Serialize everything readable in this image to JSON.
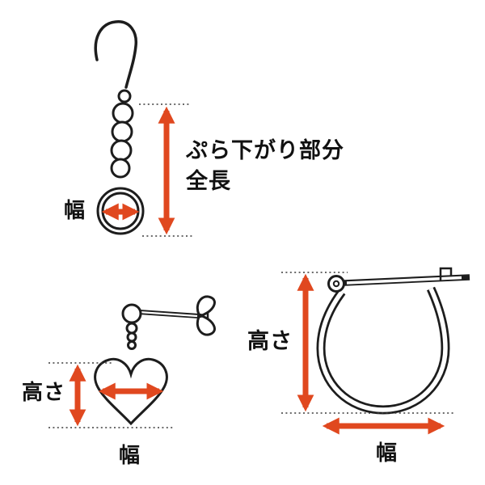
{
  "colors": {
    "accent": "#e0481f",
    "line": "#1d1d1d",
    "background": "#ffffff"
  },
  "labels": {
    "dangle": {
      "length_line1": "ぷら下がり部分",
      "length_line2": "全長",
      "width": "幅"
    },
    "heart": {
      "height": "高さ",
      "width": "幅"
    },
    "hoop": {
      "height": "高さ",
      "width": "幅"
    }
  }
}
